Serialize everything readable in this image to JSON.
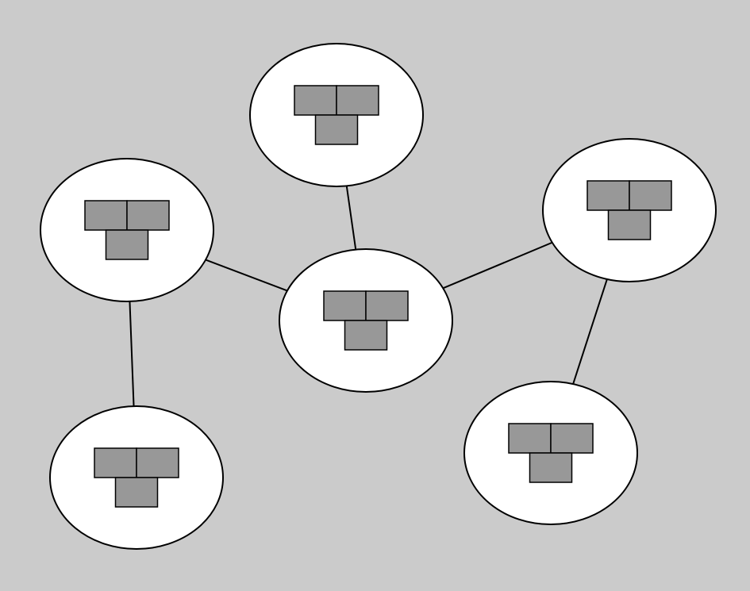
{
  "diagram": {
    "background_color": "#cbcbcb",
    "node_fill": "#ffffff",
    "block_fill": "#989898",
    "line_color": "#000000",
    "node_icon": "t-shaped-block-cluster-icon",
    "nodes": [
      {
        "id": "top"
      },
      {
        "id": "left"
      },
      {
        "id": "center"
      },
      {
        "id": "right"
      },
      {
        "id": "bottom-left"
      },
      {
        "id": "bottom-right"
      }
    ],
    "edges": [
      {
        "from": "center",
        "to": "top"
      },
      {
        "from": "center",
        "to": "left"
      },
      {
        "from": "center",
        "to": "right"
      },
      {
        "from": "left",
        "to": "bottom-left"
      },
      {
        "from": "right",
        "to": "bottom-right"
      }
    ]
  }
}
